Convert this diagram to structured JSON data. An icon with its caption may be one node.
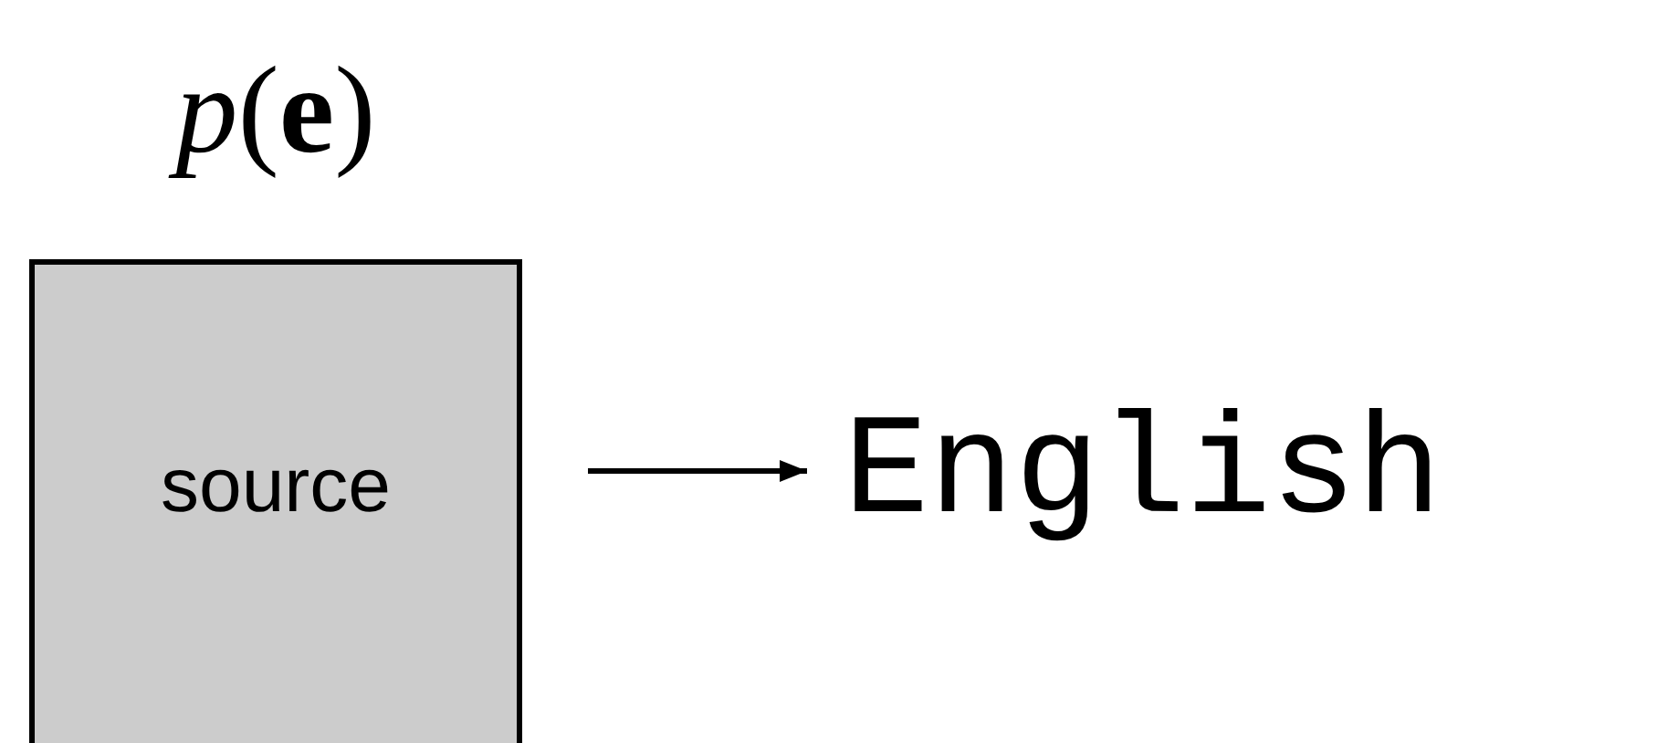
{
  "diagram": {
    "nodes": [
      {
        "text": [
          "*p*(**e**)",
          "source"
        ]
      },
      {
        "text": [
          "English"
        ]
      }
    ],
    "edges": [
      {
        "from": 0,
        "to": 1,
        "arrow": "to"
      }
    ]
  }
}
